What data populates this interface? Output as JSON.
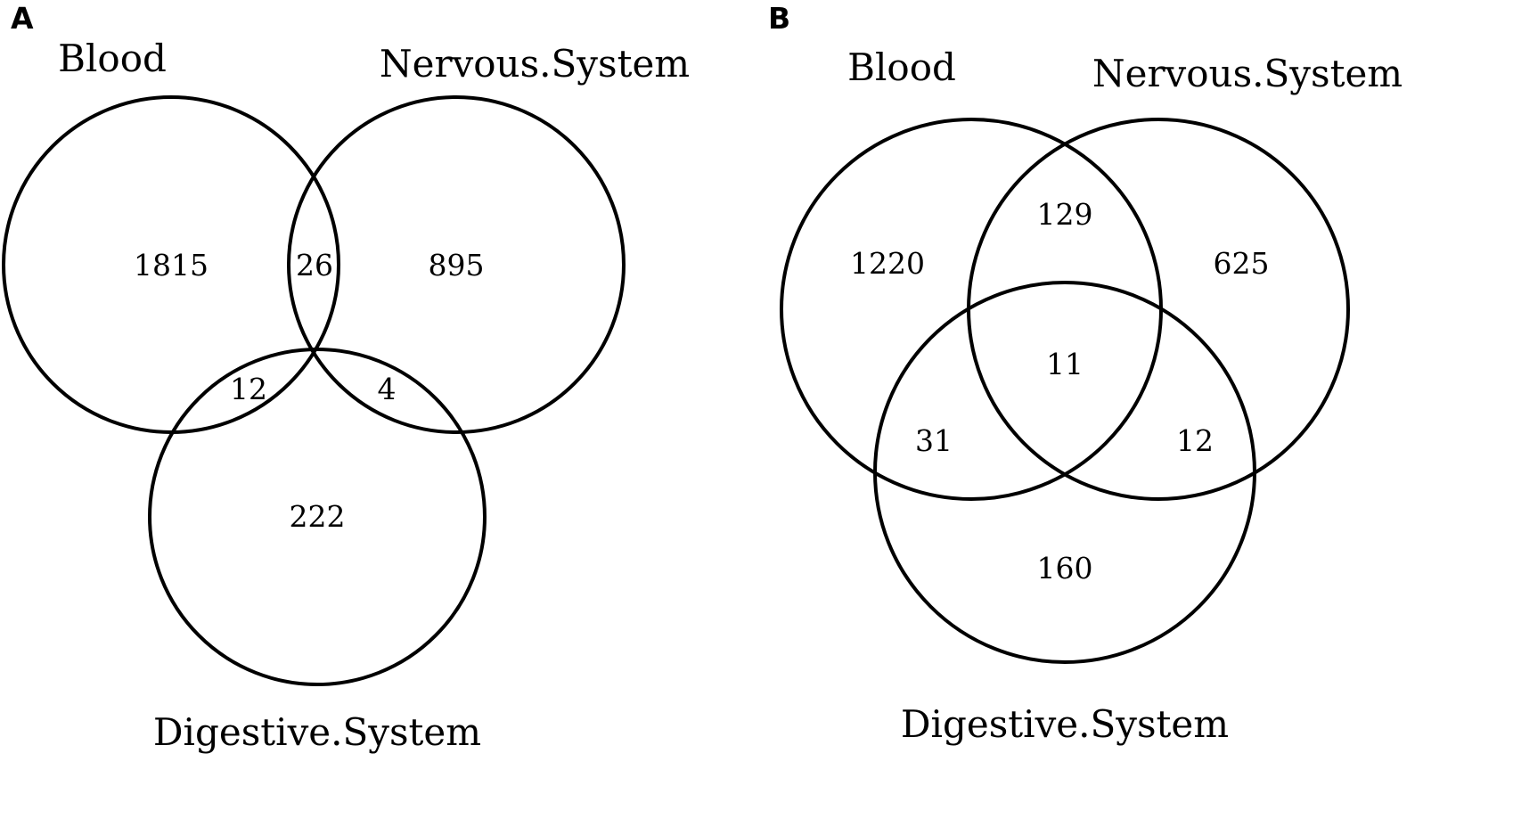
{
  "panels": [
    {
      "letter": "A",
      "sets": [
        {
          "name": "Blood",
          "color": "#000000"
        },
        {
          "name": "Nervous.System",
          "color": "#000000"
        },
        {
          "name": "Digestive.System",
          "color": "#000000"
        }
      ],
      "regions": {
        "blood_only": "1815",
        "blood_nervous": "26",
        "nervous_only": "895",
        "blood_digestive": "12",
        "nervous_digestive": "4",
        "digestive_only": "222"
      }
    },
    {
      "letter": "B",
      "sets": [
        {
          "name": "Blood",
          "color": "#000000"
        },
        {
          "name": "Nervous.System",
          "color": "#000000"
        },
        {
          "name": "Digestive.System",
          "color": "#000000"
        }
      ],
      "regions": {
        "blood_only": "1220",
        "blood_nervous": "129",
        "nervous_only": "625",
        "all_three": "11",
        "blood_digestive": "31",
        "nervous_digestive": "12",
        "digestive_only": "160"
      }
    }
  ]
}
